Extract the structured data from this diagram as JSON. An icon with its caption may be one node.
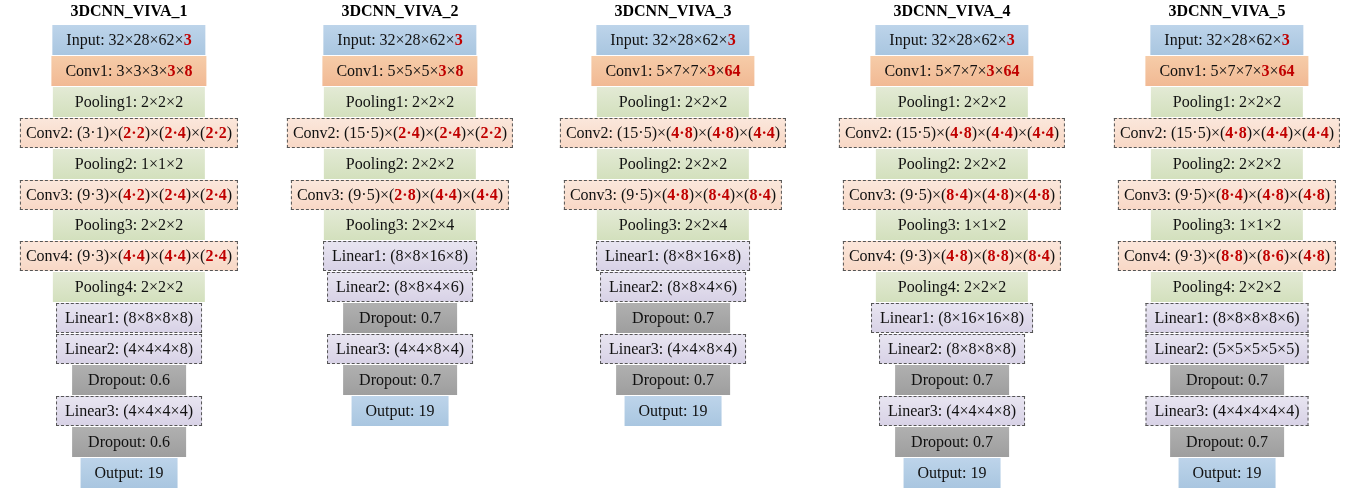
{
  "diagram": {
    "nodes": [
      {
        "text": [
          "Input: 32×28×62×**3**"
        ]
      },
      {
        "text": [
          "Conv1: 3×3×3×**3**×**8**"
        ]
      },
      {
        "text": [
          "Pooling1: 2×2×2"
        ]
      },
      {
        "text": [
          "Conv2: (3·1)×(**2·2**)×(**2·4**)×(**2·2**)"
        ]
      },
      {
        "text": [
          "Pooling2: 1×1×2"
        ]
      },
      {
        "text": [
          "Conv3: (9·3)×(**4·2**)×(**2·4**)×(**2·4**)"
        ]
      },
      {
        "text": [
          "Pooling3: 2×2×2"
        ]
      },
      {
        "text": [
          "Conv4: (9·3)×(**4·4**)×(**4·4**)×(**2·4**)"
        ]
      },
      {
        "text": [
          "Pooling4: 2×2×2"
        ]
      },
      {
        "text": [
          "Linear1: (8×8×8×8)"
        ]
      },
      {
        "text": [
          "Linear2: (4×4×4×8)"
        ]
      },
      {
        "text": [
          "Dropout: 0.6"
        ]
      },
      {
        "text": [
          "Linear3: (4×4×4×4)"
        ]
      },
      {
        "text": [
          "Dropout: 0.6"
        ]
      },
      {
        "text": [
          "Output: 19"
        ]
      },
      {
        "text": [
          "Input: 32×28×62×**3**"
        ]
      },
      {
        "text": [
          "Conv1: 5×5×5×**3**×**8**"
        ]
      },
      {
        "text": [
          "Pooling1: 2×2×2"
        ]
      },
      {
        "text": [
          "Conv2: (15·5)×(**2·4**)×(**2·4**)×(**2·2**)"
        ]
      },
      {
        "text": [
          "Pooling2: 2×2×2"
        ]
      },
      {
        "text": [
          "Conv3: (9·5)×(**2·8**)×(**4·4**)×(**4·4**)"
        ]
      },
      {
        "text": [
          "Pooling3: 2×2×4"
        ]
      },
      {
        "text": [
          "Linear1: (8×8×16×8)"
        ]
      },
      {
        "text": [
          "Linear2: (8×8×4×6)"
        ]
      },
      {
        "text": [
          "Dropout: 0.7"
        ]
      },
      {
        "text": [
          "Linear3: (4×4×8×4)"
        ]
      },
      {
        "text": [
          "Dropout: 0.7"
        ]
      },
      {
        "text": [
          "Output: 19"
        ]
      },
      {
        "text": [
          "Input: 32×28×62×**3**"
        ]
      },
      {
        "text": [
          "Conv1: 5×7×7×**3**×**64**"
        ]
      },
      {
        "text": [
          "Pooling1: 2×2×2"
        ]
      },
      {
        "text": [
          "Conv2: (15·5)×(**4·8**)×(**4·8**)×(**4·4**)"
        ]
      },
      {
        "text": [
          "Pooling2: 2×2×2"
        ]
      },
      {
        "text": [
          "Conv3: (9·5)×(**4·8**)×(**8·4**)×(**8·4**)"
        ]
      },
      {
        "text": [
          "Pooling3: 2×2×4"
        ]
      },
      {
        "text": [
          "Linear1: (8×8×16×8)"
        ]
      },
      {
        "text": [
          "Linear2: (8×8×4×6)"
        ]
      },
      {
        "text": [
          "Dropout: 0.7"
        ]
      },
      {
        "text": [
          "Linear3: (4×4×8×4)"
        ]
      },
      {
        "text": [
          "Dropout: 0.7"
        ]
      },
      {
        "text": [
          "Output: 19"
        ]
      },
      {
        "text": [
          "Input: 32×28×62×**3**"
        ]
      },
      {
        "text": [
          "Conv1: 5×7×7×**3**×**64**"
        ]
      },
      {
        "text": [
          "Pooling1: 2×2×2"
        ]
      },
      {
        "text": [
          "Conv2: (15·5)×(**4·8**)×(**4·4**)×(**4·4**)"
        ]
      },
      {
        "text": [
          "Pooling2: 2×2×2"
        ]
      },
      {
        "text": [
          "Conv3: (9·5)×(**8·4**)×(**4·8**)×(**4·8**)"
        ]
      },
      {
        "text": [
          "Pooling3: 1×1×2"
        ]
      },
      {
        "text": [
          "Conv4: (9·3)×(**4·8**)×(**8·8**)×(**8·4**)"
        ]
      },
      {
        "text": [
          "Pooling4: 2×2×2"
        ]
      },
      {
        "text": [
          "Linear1: (8×16×16×8)"
        ]
      },
      {
        "text": [
          "Linear2: (8×8×8×8)"
        ]
      },
      {
        "text": [
          "Dropout: 0.7"
        ]
      },
      {
        "text": [
          "Linear3: (4×4×4×8)"
        ]
      },
      {
        "text": [
          "Dropout: 0.7"
        ]
      },
      {
        "text": [
          "Output: 19"
        ]
      },
      {
        "text": [
          "Input: 32×28×62×**3**"
        ]
      },
      {
        "text": [
          "Conv1: 5×7×7×**3**×**64**"
        ]
      },
      {
        "text": [
          "Pooling1: 2×2×2"
        ]
      },
      {
        "text": [
          "Conv2: (15·5)×(**4·8**)×(**4·4**)×(**4·4**)"
        ]
      },
      {
        "text": [
          "Pooling2: 2×2×2"
        ]
      },
      {
        "text": [
          "Conv3: (9·5)×(**8·4**)×(**4·8**)×(**4·8**)"
        ]
      },
      {
        "text": [
          "Pooling3: 1×1×2"
        ]
      },
      {
        "text": [
          "Conv4: (9·3)×(**8·8**)×(**8·6**)×(**4·8**)"
        ]
      },
      {
        "text": [
          "Pooling4: 2×2×2"
        ]
      },
      {
        "text": [
          "Linear1: (8×8×8×8×6)"
        ]
      },
      {
        "text": [
          "Linear2: (5×5×5×5×5)"
        ]
      },
      {
        "text": [
          "Dropout: 0.7"
        ]
      },
      {
        "text": [
          "Linear3: (4×4×4×4×4)"
        ]
      },
      {
        "text": [
          "Dropout: 0.7"
        ]
      },
      {
        "text": [
          "Output: 19"
        ]
      }
    ],
    "labels": [
      "3DCNN_VIVA_1",
      "3DCNN_VIVA_2",
      "3DCNN_VIVA_3",
      "3DCNN_VIVA_4",
      "3DCNN_VIVA_5"
    ]
  }
}
